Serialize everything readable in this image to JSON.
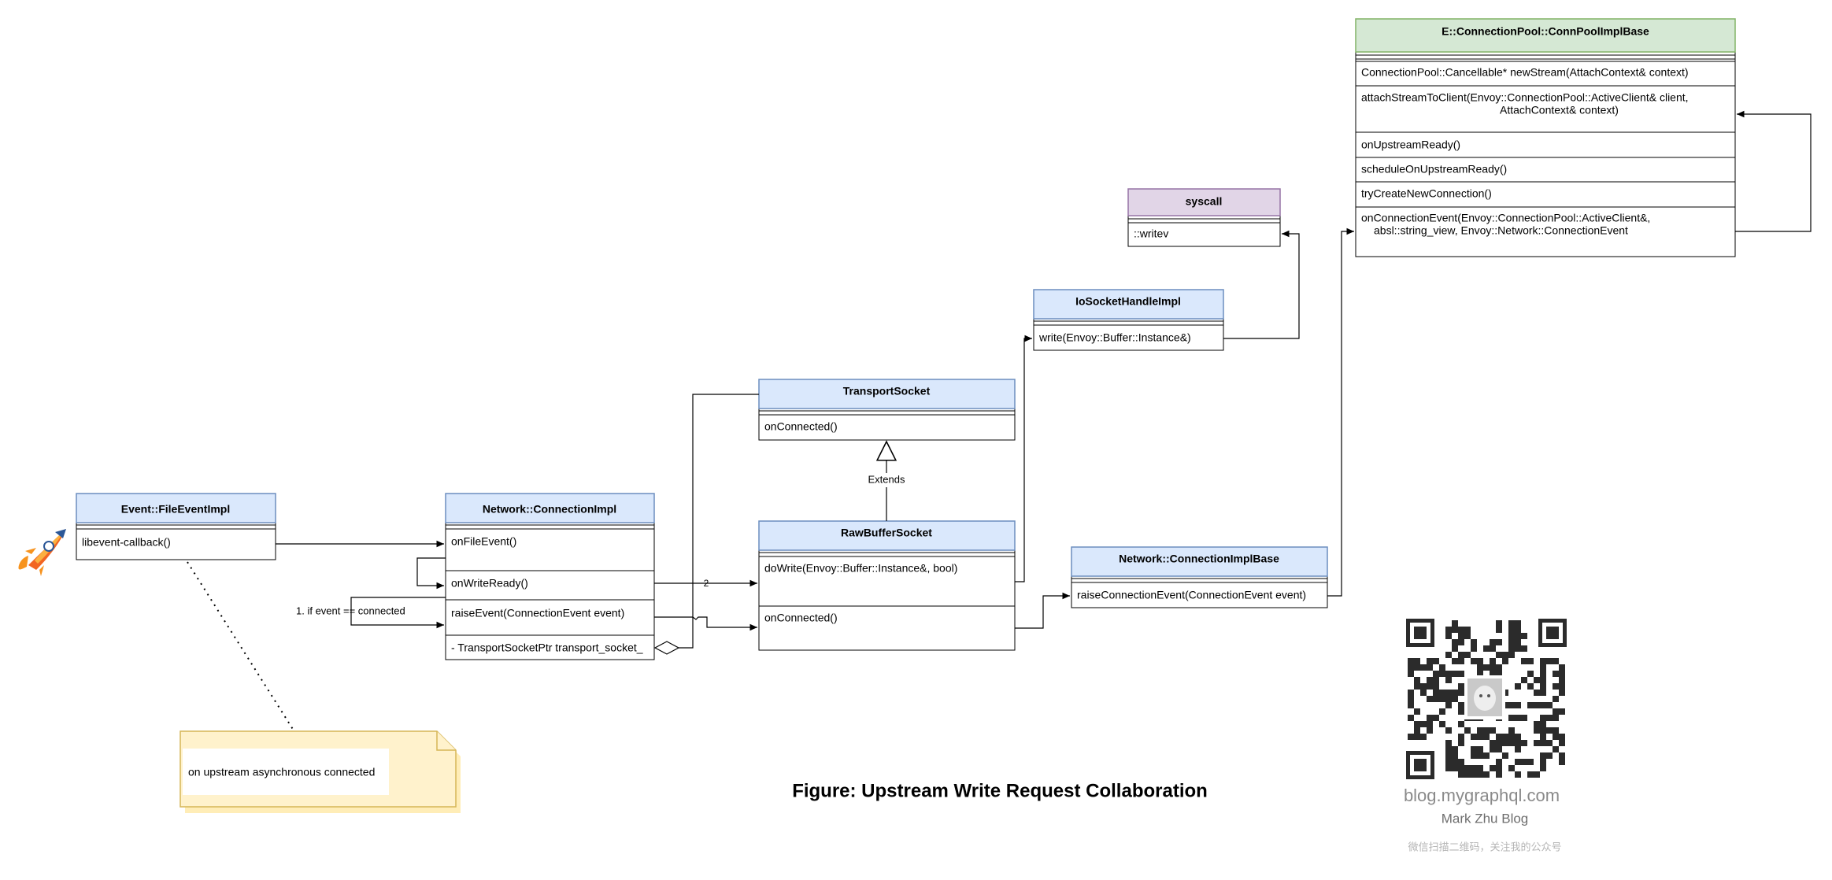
{
  "figure": {
    "caption": "Figure: Upstream Write Request Collaboration"
  },
  "colors": {
    "blue_header": "#dae8fc",
    "blue_border": "#6c8ebf",
    "purple_header": "#e1d5e7",
    "purple_border": "#9673a6",
    "green_header": "#d5e8d4",
    "green_border": "#82b366",
    "note_fill": "#fff2cc",
    "note_border": "#d6b656"
  },
  "classes": {
    "file_event": {
      "title": "Event::FileEventImpl",
      "methods": [
        "libevent-callback()"
      ]
    },
    "connection_impl": {
      "title": "Network::ConnectionImpl",
      "methods": [
        "onFileEvent()",
        "onWriteReady()",
        "raiseEvent(ConnectionEvent event)",
        "- TransportSocketPtr transport_socket_"
      ]
    },
    "transport_socket": {
      "title": "TransportSocket",
      "methods": [
        "onConnected()"
      ]
    },
    "raw_buffer_socket": {
      "title": "RawBufferSocket",
      "methods": [
        "doWrite(Envoy::Buffer::Instance&, bool)",
        "onConnected()"
      ]
    },
    "io_socket_handle": {
      "title": "IoSocketHandleImpl",
      "methods": [
        "write(Envoy::Buffer::Instance&)"
      ]
    },
    "syscall": {
      "title": "syscall",
      "methods": [
        "::writev"
      ]
    },
    "connection_impl_base": {
      "title": "Network::ConnectionImplBase",
      "methods": [
        "raiseConnectionEvent(ConnectionEvent event)"
      ]
    },
    "conn_pool": {
      "title": "E::ConnectionPool::ConnPoolImplBase",
      "methods": [
        [
          "ConnectionPool::Cancellable* newStream(AttachContext& context)"
        ],
        [
          "attachStreamToClient(Envoy::ConnectionPool::ActiveClient& client,",
          "AttachContext& context)"
        ],
        [
          "onUpstreamReady()"
        ],
        [
          "scheduleOnUpstreamReady()"
        ],
        [
          "tryCreateNewConnection()"
        ],
        [
          "onConnectionEvent(Envoy::ConnectionPool::ActiveClient&,",
          "absl::string_view, Envoy::Network::ConnectionEvent"
        ]
      ]
    }
  },
  "labels": {
    "extends": "Extends",
    "if_connected": "1. if event == connected",
    "step_two": "2"
  },
  "note": {
    "text": "on upstream asynchronous connected"
  },
  "blog": {
    "url": "blog.mygraphql.com",
    "name": "Mark Zhu Blog",
    "subscribe": "微信扫描二维码，关注我的公众号"
  }
}
